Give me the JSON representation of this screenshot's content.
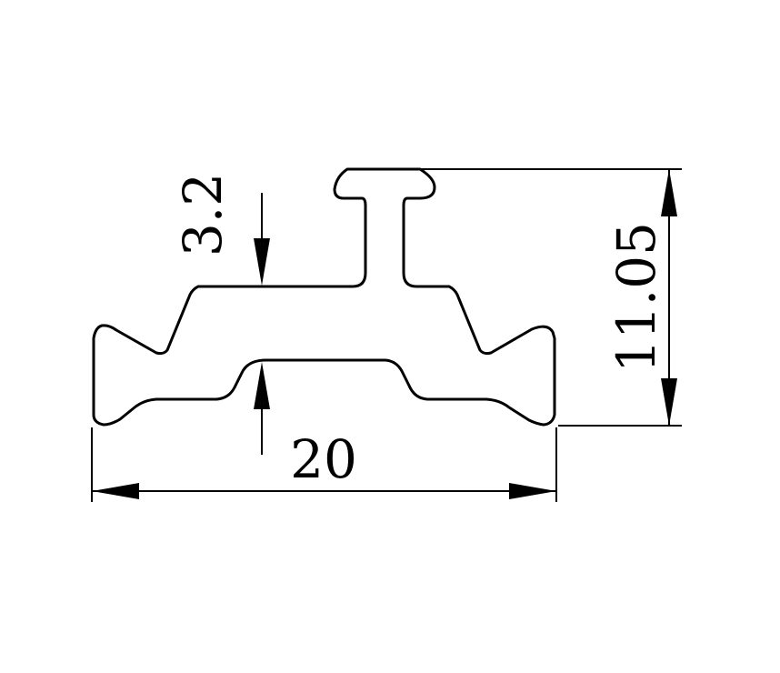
{
  "dimensions": {
    "width": "20",
    "height": "11.05",
    "wall": "3.2"
  }
}
